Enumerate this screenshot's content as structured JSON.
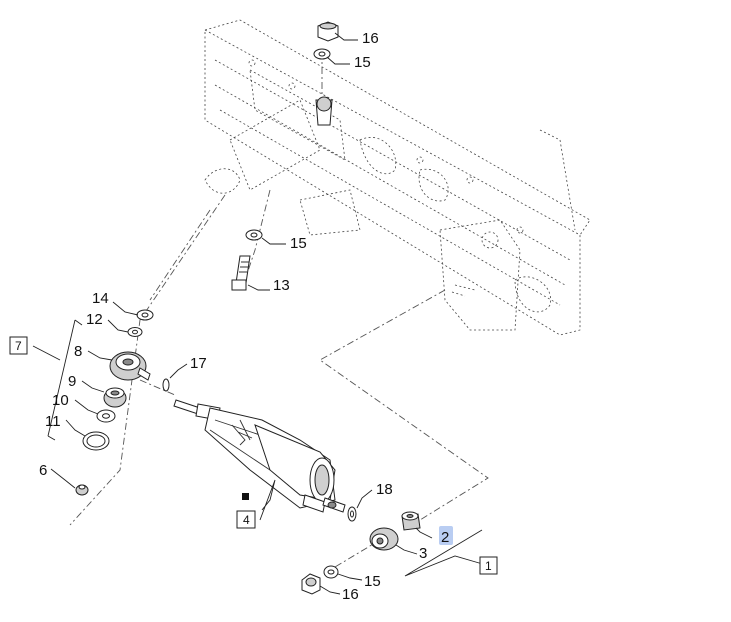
{
  "callouts": {
    "c16_top": "16",
    "c15_top": "15",
    "c15_mid": "15",
    "c13": "13",
    "c14": "14",
    "c12": "12",
    "c8": "8",
    "c9": "9",
    "c10": "10",
    "c11": "11",
    "c6": "6",
    "c17": "17",
    "c18": "18",
    "c2": "2",
    "c3": "3",
    "c15_bot": "15",
    "c16_bot": "16"
  },
  "boxes": {
    "b7": "7",
    "b4": "4",
    "b1": "1"
  },
  "colors": {
    "highlight": "#b9cdf2",
    "line": "#222222"
  }
}
